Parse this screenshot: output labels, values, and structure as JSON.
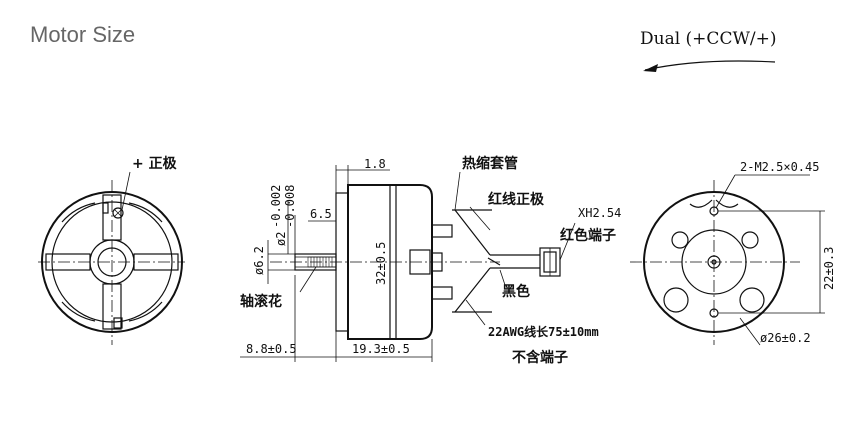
{
  "title": "Motor Size",
  "rotation": "Dual (+CCW/+)",
  "labels": {
    "positive_pole": "+ 正极",
    "heat_shrink": "热缩套管",
    "red_wire_positive": "红线正极",
    "connector": "XH2.54",
    "red_terminal": "红色端子",
    "black": "黑色",
    "wire_spec": "22AWG线长75±10mm",
    "no_terminal": "不含端子",
    "knurled_shaft": "轴滚花"
  },
  "dimensions": {
    "d1_8": "1.8",
    "d6_5": "6.5",
    "shaft_dia": "ø2",
    "shaft_tol_upper": "-0.002",
    "shaft_tol_lower": "-0.008",
    "boss_dia": "ø6.2",
    "body_dia": "32±0.5",
    "shaft_len": "8.8±0.5",
    "body_len": "19.3±0.5",
    "screw_holes": "2-M2.5×0.45",
    "hole_spacing": "22±0.3",
    "outer_dia": "ø26±0.2"
  }
}
